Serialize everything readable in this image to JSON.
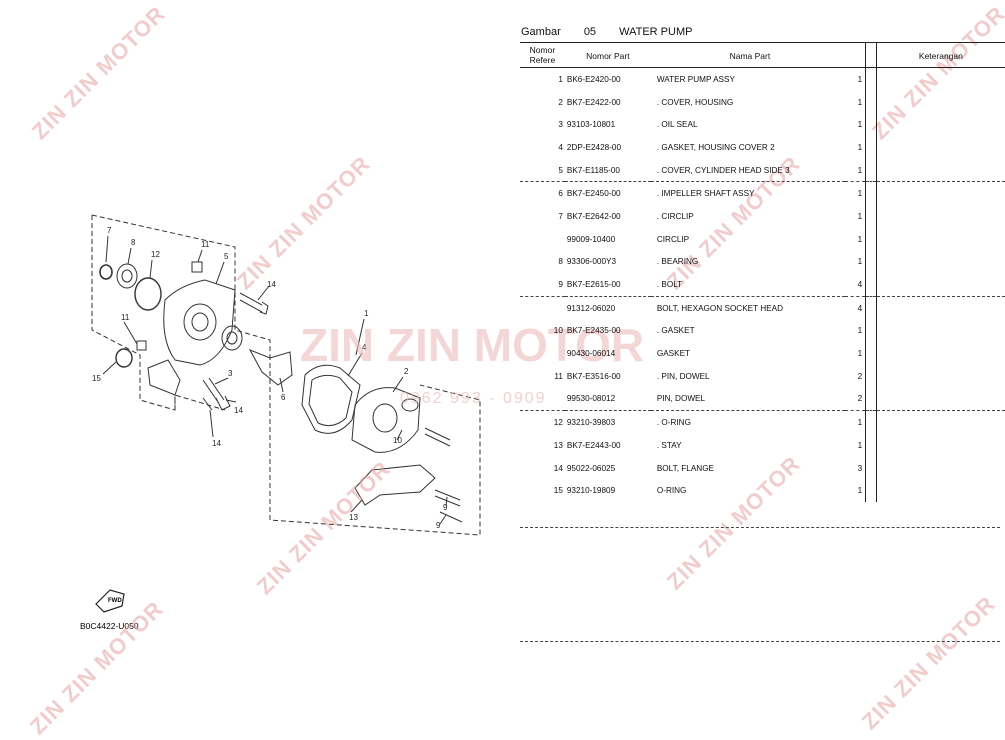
{
  "header": {
    "label": "Gambar",
    "number": "05",
    "title": "WATER PUMP"
  },
  "columns": {
    "ref_line1": "Nomor",
    "ref_line2": "Refere",
    "part_no": "Nomor Part",
    "name": "Nama Part",
    "note": "Keterangan"
  },
  "rows": [
    {
      "ref": "1",
      "part_no": "BK6-E2420-00",
      "name": "WATER PUMP ASSY",
      "qty": "1"
    },
    {
      "ref": "2",
      "part_no": "BK7-E2422-00",
      "name": ". COVER, HOUSING",
      "qty": "1"
    },
    {
      "ref": "3",
      "part_no": "93103-10801",
      "name": ". OIL SEAL",
      "qty": "1"
    },
    {
      "ref": "4",
      "part_no": "2DP-E2428-00",
      "name": ". GASKET, HOUSING COVER 2",
      "qty": "1"
    },
    {
      "ref": "5",
      "part_no": "BK7-E1185-00",
      "name": ". COVER, CYLINDER HEAD SIDE 3",
      "qty": "1"
    },
    {
      "ref": "6",
      "part_no": "BK7-E2450-00",
      "name": ". IMPELLER SHAFT ASSY",
      "qty": "1"
    },
    {
      "ref": "7",
      "part_no": "BK7-E2642-00",
      "name": ". CIRCLIP",
      "qty": "1"
    },
    {
      "ref": "",
      "part_no": "99009-10400",
      "name": "CIRCLIP",
      "qty": "1"
    },
    {
      "ref": "8",
      "part_no": "93306-000Y3",
      "name": ". BEARING",
      "qty": "1"
    },
    {
      "ref": "9",
      "part_no": "BK7-E2615-00",
      "name": ". BOLT",
      "qty": "4"
    },
    {
      "ref": "",
      "part_no": "91312-06020",
      "name": "BOLT, HEXAGON SOCKET HEAD",
      "qty": "4"
    },
    {
      "ref": "10",
      "part_no": "BK7-E2435-00",
      "name": ". GASKET",
      "qty": "1"
    },
    {
      "ref": "",
      "part_no": "90430-06014",
      "name": "GASKET",
      "qty": "1"
    },
    {
      "ref": "11",
      "part_no": "BK7-E3516-00",
      "name": ". PIN, DOWEL",
      "qty": "2"
    },
    {
      "ref": "",
      "part_no": "99530-08012",
      "name": "PIN, DOWEL",
      "qty": "2"
    },
    {
      "ref": "12",
      "part_no": "93210-39803",
      "name": ". O-RING",
      "qty": "1"
    },
    {
      "ref": "13",
      "part_no": "BK7-E2443-00",
      "name": ". STAY",
      "qty": "1"
    },
    {
      "ref": "14",
      "part_no": "95022-06025",
      "name": "BOLT, FLANGE",
      "qty": "3"
    },
    {
      "ref": "15",
      "part_no": "93210-19809",
      "name": "O-RING",
      "qty": "1"
    }
  ],
  "diagram": {
    "callouts": [
      "1",
      "2",
      "3",
      "4",
      "5",
      "6",
      "7",
      "8",
      "9",
      "9",
      "10",
      "11",
      "11",
      "12",
      "13",
      "14",
      "14",
      "14",
      "15"
    ],
    "fwd_label": "FWD",
    "figure_code": "B0C4422-U050"
  },
  "watermark": {
    "brand": "ZIN ZIN MOTOR",
    "phone": "0962 993 - 0909 "
  }
}
